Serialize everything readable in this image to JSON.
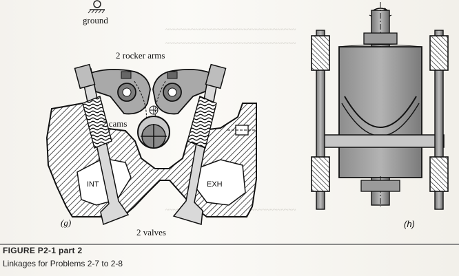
{
  "labels": {
    "ground": "ground",
    "rocker_arms": "2 rocker arms",
    "cams": "2 cams",
    "valves": "2 valves",
    "int": "INT",
    "exh": "EXH",
    "g": "(g)",
    "h": "(h)"
  },
  "caption": {
    "title": "FIGURE P2-1   part 2",
    "subtitle": "Linkages for Problems 2-7 to 2-8"
  }
}
